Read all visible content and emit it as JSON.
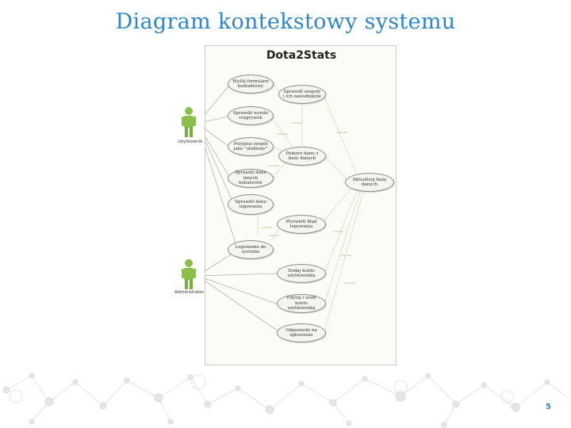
{
  "slide": {
    "title": "Diagram kontekstowy systemu",
    "page_number": "5",
    "accent_color": "#2f86c6"
  },
  "diagram": {
    "title": "Dota2Stats",
    "actors": [
      {
        "label": "Użytkownik"
      },
      {
        "label": "Administrator"
      }
    ],
    "use_cases": [
      {
        "label": "Wyślij formularz kontaktowy"
      },
      {
        "label": "Sprawdź zespoły i ich zawodników"
      },
      {
        "label": "Sprawdź wyniki rozgrywek"
      },
      {
        "label": "Przypisz zespół jako \"ulubiony\""
      },
      {
        "label": "Pobierz dane z bazy danych"
      },
      {
        "label": "Sprawdź dane innych bohaterów"
      },
      {
        "label": "Aktualizuj bazę danych"
      },
      {
        "label": "Sprawdź dane logowania"
      },
      {
        "label": "Wyświetl błąd logowania"
      },
      {
        "label": "Logowanie do systemu"
      },
      {
        "label": "Dodaj konto użytkownika"
      },
      {
        "label": "Edytuj i usuń konto użytkownika"
      },
      {
        "label": "Odpowiedz na zgłoszenie"
      }
    ]
  }
}
